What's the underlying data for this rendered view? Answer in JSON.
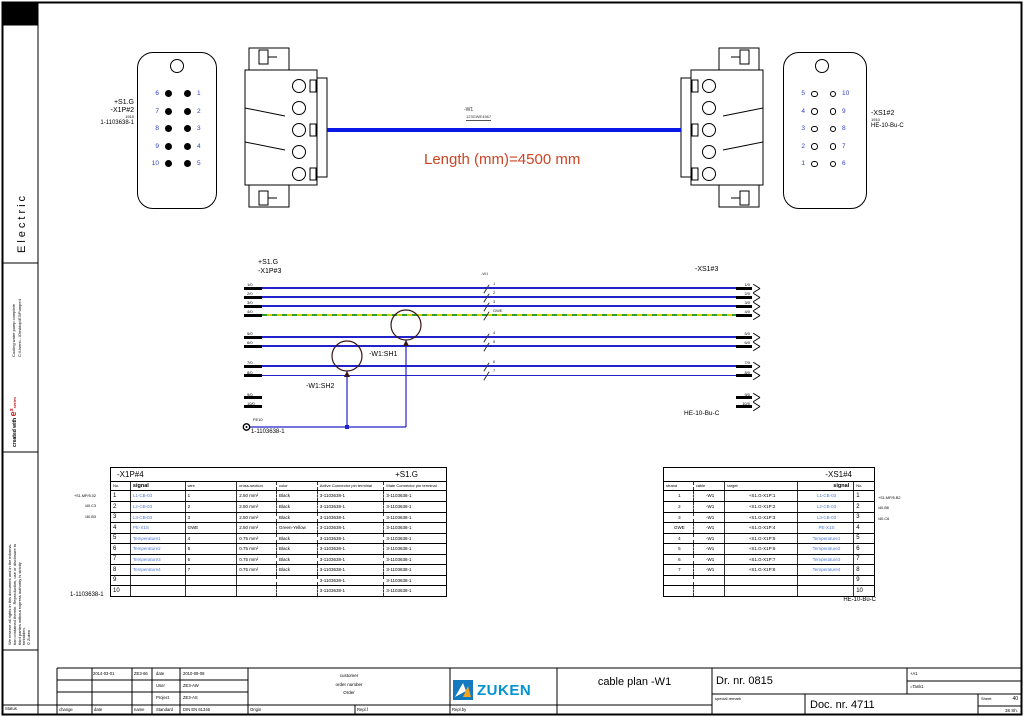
{
  "sidebar": {
    "zone_label": "Electric",
    "created_with": "created with",
    "e3_logo": "e³",
    "e3_series": "series",
    "project_name": "Cooling water pump complete",
    "project_path": "C:\\Users\\...\\Desktop\\E3\\Pumpe4",
    "disclaimer_lines": [
      "We reserve all rights in this document and in the informa-",
      "tion contained therein. Reproduction, use or disclosure to",
      "third parties without express authority is strictly",
      "forbidden."
    ],
    "copyright": "© Zuken",
    "status_label": "Status"
  },
  "top_view": {
    "left_connector": {
      "designation1": "+S1.G",
      "designation2": "-X1P#2",
      "code": "1910",
      "part": "1-1103638-1",
      "pin_rows": [
        {
          "l": "6",
          "r": "1"
        },
        {
          "l": "7",
          "r": "2"
        },
        {
          "l": "8",
          "r": "3"
        },
        {
          "l": "9",
          "r": "4"
        },
        {
          "l": "10",
          "r": "5"
        }
      ]
    },
    "right_connector": {
      "designation1": "-XS1#2",
      "code": "1910",
      "part": "HE-10-Bu-C",
      "pin_rows": [
        {
          "l": "5",
          "r": "10"
        },
        {
          "l": "4",
          "r": "9"
        },
        {
          "l": "3",
          "r": "8"
        },
        {
          "l": "2",
          "r": "7"
        },
        {
          "l": "1",
          "r": "6"
        }
      ]
    },
    "cable_name": "-W1",
    "cable_type": "123GWE4567",
    "length_text": "Length (mm)=4500 mm"
  },
  "schematic": {
    "left_designation1": "+S1.G",
    "left_designation2": "-X1P#3",
    "right_designation": "-XS1#3",
    "cable_name": "-W1",
    "wires": [
      {
        "left_pin": "1/0",
        "num": "1",
        "right_pin": "1/0"
      },
      {
        "left_pin": "2/0",
        "num": "2",
        "right_pin": "2/0"
      },
      {
        "left_pin": "3/0",
        "num": "3",
        "right_pin": "3/0"
      },
      {
        "left_pin": "4/0",
        "num": "GWE",
        "right_pin": "4/0"
      },
      {
        "left_pin": "5/0",
        "num": "4",
        "right_pin": "5/0"
      },
      {
        "left_pin": "6/0",
        "num": "5",
        "right_pin": "6/0"
      },
      {
        "left_pin": "7/0",
        "num": "6",
        "right_pin": "7/0"
      },
      {
        "left_pin": "8/0",
        "num": "7",
        "right_pin": "8/0"
      }
    ],
    "stubs": [
      {
        "left_pin": "9/0",
        "right_pin": "9/0"
      },
      {
        "left_pin": "10/0",
        "right_pin": "10/0"
      }
    ],
    "shield1": "-W1:SH1",
    "shield2": "-W1:SH2",
    "fe_label": "FE10",
    "left_part": "1-1103638-1",
    "right_part": "HE-10-Bu-C"
  },
  "left_table": {
    "title": "-X1P#4",
    "location": "+S1.G",
    "headers": {
      "no": "No.",
      "signal": "signal",
      "wire": "wire",
      "cross": "cross-section",
      "color": "color",
      "active": "Active Connector pin terminal",
      "mate": "Mate Connector pin terminal"
    },
    "rows": [
      {
        "no": "1",
        "signal": "L1-CB-03",
        "wire": "1",
        "cross": "2.50 mm²",
        "color": "Black",
        "active": "3-1103638-1",
        "mate": "3-1103638-1"
      },
      {
        "no": "2",
        "signal": "L2-CB-03",
        "wire": "2",
        "cross": "2.50 mm²",
        "color": "Black",
        "active": "3-1103638-1",
        "mate": "3-1103638-1"
      },
      {
        "no": "3",
        "signal": "L3-CB-03",
        "wire": "3",
        "cross": "2.50 mm²",
        "color": "Black",
        "active": "3-1103638-1",
        "mate": "3-1103638-1"
      },
      {
        "no": "4",
        "signal": "PE-X1S",
        "wire": "GWE",
        "cross": "2.50 mm²",
        "color": "Green-Yellow",
        "active": "3-1103638-1",
        "mate": "3-1103638-1"
      },
      {
        "no": "5",
        "signal": "Temperature1",
        "wire": "4",
        "cross": "0.75 mm²",
        "color": "Black",
        "active": "3-1103638-1",
        "mate": "3-1103638-1"
      },
      {
        "no": "6",
        "signal": "Temperature2",
        "wire": "5",
        "cross": "0.75 mm²",
        "color": "Black",
        "active": "3-1103638-1",
        "mate": "3-1103638-1"
      },
      {
        "no": "7",
        "signal": "Temperature3",
        "wire": "6",
        "cross": "0.75 mm²",
        "color": "Black",
        "active": "3-1103638-1",
        "mate": "3-1103638-1"
      },
      {
        "no": "8",
        "signal": "Temperature4",
        "wire": "7",
        "cross": "0.75 mm²",
        "color": "Black",
        "active": "3-1103638-1",
        "mate": "3-1103638-1"
      },
      {
        "no": "9",
        "signal": "",
        "wire": "",
        "cross": "",
        "color": "",
        "active": "3-1103638-1",
        "mate": "3-1103638-1"
      },
      {
        "no": "10",
        "signal": "",
        "wire": "",
        "cross": "",
        "color": "",
        "active": "3-1103638-1",
        "mate": "3-1103638-1"
      }
    ],
    "part_below": "1-1103638-1",
    "refs": [
      "+S1.MP/5.02",
      "/40.C3",
      "/40.B3"
    ]
  },
  "right_table": {
    "title": "-XS1#4",
    "headers": {
      "strand": "strand",
      "cable": "cable",
      "target": "target",
      "signal": "signal",
      "no": "No."
    },
    "rows": [
      {
        "strand": "1",
        "cable": "-W1",
        "target": "+S1.G-X1P:1",
        "signal": "L1-CB-03",
        "no": "1"
      },
      {
        "strand": "2",
        "cable": "-W1",
        "target": "+S1.G-X1P:2",
        "signal": "L2-CB-03",
        "no": "2"
      },
      {
        "strand": "3",
        "cable": "-W1",
        "target": "+S1.G-X1P:3",
        "signal": "L3-CB-03",
        "no": "3"
      },
      {
        "strand": "GWE",
        "cable": "-W1",
        "target": "+S1.G-X1P:4",
        "signal": "PE-X1S",
        "no": "4"
      },
      {
        "strand": "4",
        "cable": "-W1",
        "target": "+S1.G-X1P:5",
        "signal": "Temperature1",
        "no": "5"
      },
      {
        "strand": "5",
        "cable": "-W1",
        "target": "+S1.G-X1P:6",
        "signal": "Temperature2",
        "no": "6"
      },
      {
        "strand": "6",
        "cable": "-W1",
        "target": "+S1.G-X1P:7",
        "signal": "Temperature3",
        "no": "7"
      },
      {
        "strand": "7",
        "cable": "-W1",
        "target": "+S1.G-X1P:8",
        "signal": "Temperature4",
        "no": "8"
      },
      {
        "strand": "",
        "cable": "",
        "target": "",
        "signal": "",
        "no": "9"
      },
      {
        "strand": "",
        "cable": "",
        "target": "",
        "signal": "",
        "no": "10"
      }
    ],
    "part_below": "HE-10-Bu-C",
    "refs": [
      "+S1.MP/5.B2",
      "/40.B6",
      "/40.C6"
    ]
  },
  "title_block": {
    "rev_date": "2014-03-01",
    "rev_name": "ZE3-66",
    "date_label": "date",
    "date_value": "2010-09-08",
    "user_label": "User",
    "user_value": "ZE3-AW",
    "project_label": "Project",
    "project_value": "ZE3-AS",
    "standard_label": "Standard",
    "standard_value": "DIN EN 61346",
    "customer_lines": [
      "customer",
      "order number",
      "Order"
    ],
    "change_label": "change",
    "date2_label": "date",
    "name_label": "name",
    "origin_label": "Origin",
    "replf_label": "Repl.f",
    "replby_label": "Repl.by",
    "brand": "ZUKEN",
    "title": "cable plan -W1",
    "dr_nr": "Dr. nr. 0815",
    "special_remark_label": "special remark",
    "doc_nr": "Doc. nr. 4711",
    "location_ref": "+A1",
    "plant_ref": "=Tank1",
    "sheet_label": "Sheet",
    "sheet_value": "40",
    "total_sheets": "38 Sh."
  }
}
